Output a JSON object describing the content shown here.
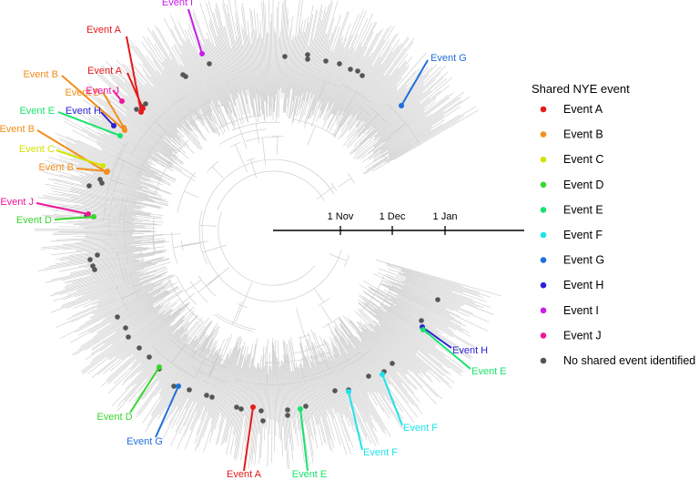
{
  "figure": {
    "legend": {
      "title": "Shared NYE event",
      "items": [
        {
          "label": "Event A",
          "color": "#e41a1c"
        },
        {
          "label": "Event B",
          "color": "#f28e1c"
        },
        {
          "label": "Event C",
          "color": "#d4e300"
        },
        {
          "label": "Event D",
          "color": "#38d62f"
        },
        {
          "label": "Event E",
          "color": "#17e36b"
        },
        {
          "label": "Event F",
          "color": "#1fe3e9"
        },
        {
          "label": "Event G",
          "color": "#1f6fdb"
        },
        {
          "label": "Event H",
          "color": "#2b22d6"
        },
        {
          "label": "Event I",
          "color": "#c91de8"
        },
        {
          "label": "Event J",
          "color": "#ee169a"
        },
        {
          "label": "No shared event identified",
          "color": "#555555"
        }
      ]
    },
    "time_axis": {
      "ticks": [
        "1 Nov",
        "1 Dec",
        "1 Jan"
      ]
    },
    "callouts": [
      {
        "label": "Event I",
        "event": "I"
      },
      {
        "label": "Event A",
        "event": "A"
      },
      {
        "label": "Event A",
        "event": "A"
      },
      {
        "label": "Event B",
        "event": "B"
      },
      {
        "label": "Event B",
        "event": "B"
      },
      {
        "label": "Event J",
        "event": "J"
      },
      {
        "label": "Event E",
        "event": "E"
      },
      {
        "label": "Event H",
        "event": "H"
      },
      {
        "label": "Event B",
        "event": "B"
      },
      {
        "label": "Event C",
        "event": "C"
      },
      {
        "label": "Event B",
        "event": "B"
      },
      {
        "label": "Event J",
        "event": "J"
      },
      {
        "label": "Event D",
        "event": "D"
      },
      {
        "label": "Event G",
        "event": "G"
      },
      {
        "label": "Event H",
        "event": "H"
      },
      {
        "label": "Event E",
        "event": "E"
      },
      {
        "label": "Event F",
        "event": "F"
      },
      {
        "label": "Event F",
        "event": "F"
      },
      {
        "label": "Event E",
        "event": "E"
      },
      {
        "label": "Event A",
        "event": "A"
      },
      {
        "label": "Event G",
        "event": "G"
      },
      {
        "label": "Event D",
        "event": "D"
      }
    ]
  }
}
